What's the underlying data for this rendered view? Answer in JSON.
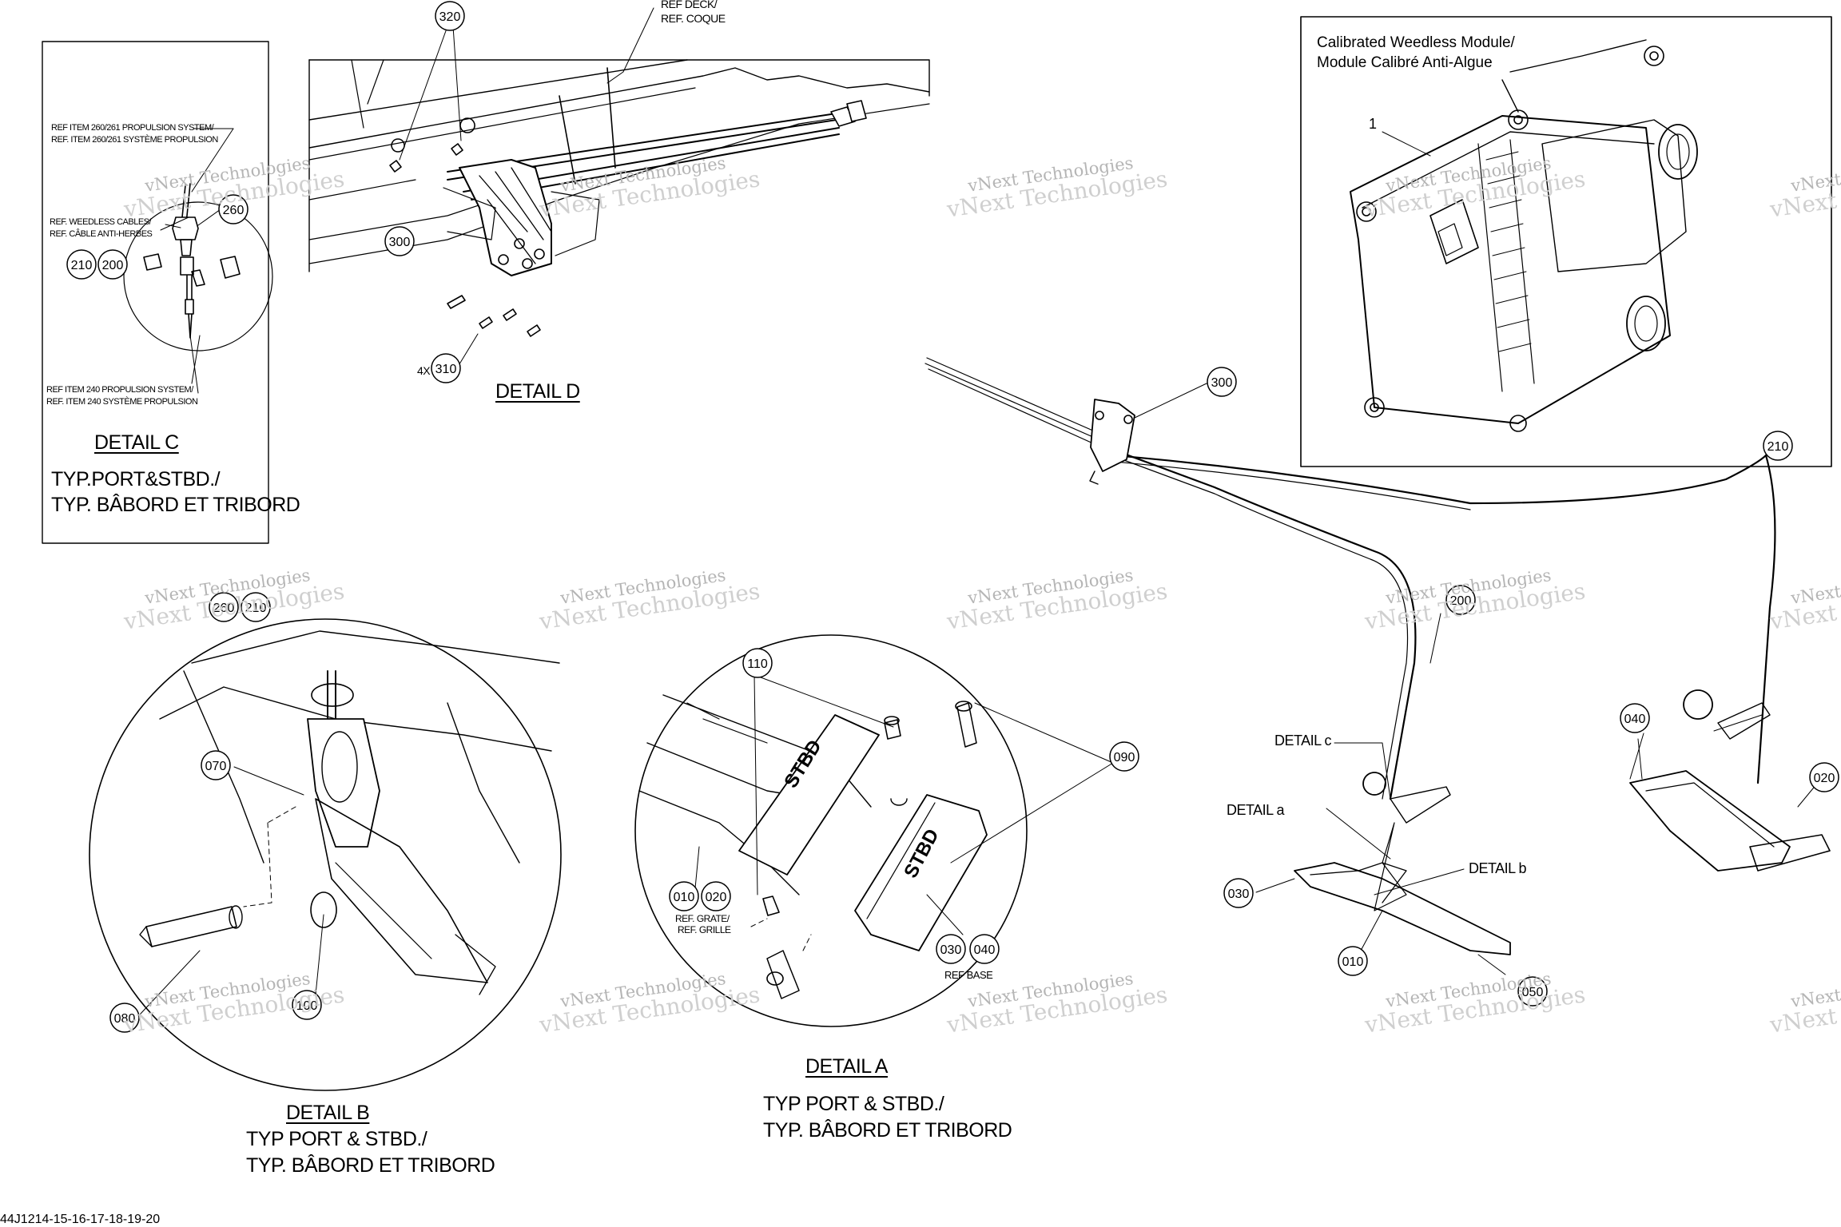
{
  "ref_deck": [
    "REF DECK/",
    "REF. COQUE"
  ],
  "detail_c": {
    "title": "DETAIL C",
    "typ_line1": "TYP.PORT&STBD./",
    "typ_line2": "TYP. BÂBORD ET TRIBORD",
    "note_propulsion_1a": "REF ITEM 260/261 PROPULSION SYSTEM/",
    "note_propulsion_1b": "REF. ITEM 260/261 SYSTÈME PROPULSION",
    "note_cable_a": "REF. WEEDLESS CABLES/",
    "note_cable_b": "REF. CÂBLE ANTI-HERBES",
    "note_propulsion_2a": "REF ITEM 240 PROPULSION SYSTEM/",
    "note_propulsion_2b": "REF. ITEM 240 SYSTÈME PROPULSION"
  },
  "detail_d": {
    "title": "DETAIL D",
    "qty_prefix": "4X"
  },
  "module": {
    "title_en": "Calibrated Weedless Module/",
    "title_fr": "Module Calibré Anti-Algue",
    "item": "1"
  },
  "detail_a": {
    "title": "DETAIL A",
    "typ_line1": "TYP PORT & STBD./",
    "typ_line2": "TYP. BÂBORD ET TRIBORD",
    "ref_grate_a": "REF. GRATE/",
    "ref_grate_b": "REF. GRILLE",
    "ref_base": "REF BASE",
    "stbd": "STBD"
  },
  "detail_b": {
    "title": "DETAIL B",
    "typ_line1": "TYP PORT & STBD./",
    "typ_line2": "TYP. BÂBORD ET TRIBORD"
  },
  "main_view": {
    "detail_c_label": "DETAIL c",
    "detail_a_label": "DETAIL a",
    "detail_b_label": "DETAIL b"
  },
  "watermark": {
    "line1": "vNext Technologies",
    "line2": "vNext Technologies"
  },
  "callouts": {
    "c320": "320",
    "c300d": "300",
    "c310": "310",
    "c260c": "260",
    "c210c": "210",
    "c200c": "200",
    "c300m": "300",
    "c210m": "210",
    "c200m": "200",
    "c040m": "040",
    "c020m": "020",
    "c030m": "030",
    "c010m": "010",
    "c050m": "050",
    "c260b": "260",
    "c210b": "210",
    "c070": "070",
    "c080": "080",
    "c100": "100",
    "c110": "110",
    "c090": "090",
    "c010a": "010",
    "c020a": "020",
    "c030a": "030",
    "c040a": "040"
  },
  "drawing_id": "44J1214-15-16-17-18-19-20"
}
